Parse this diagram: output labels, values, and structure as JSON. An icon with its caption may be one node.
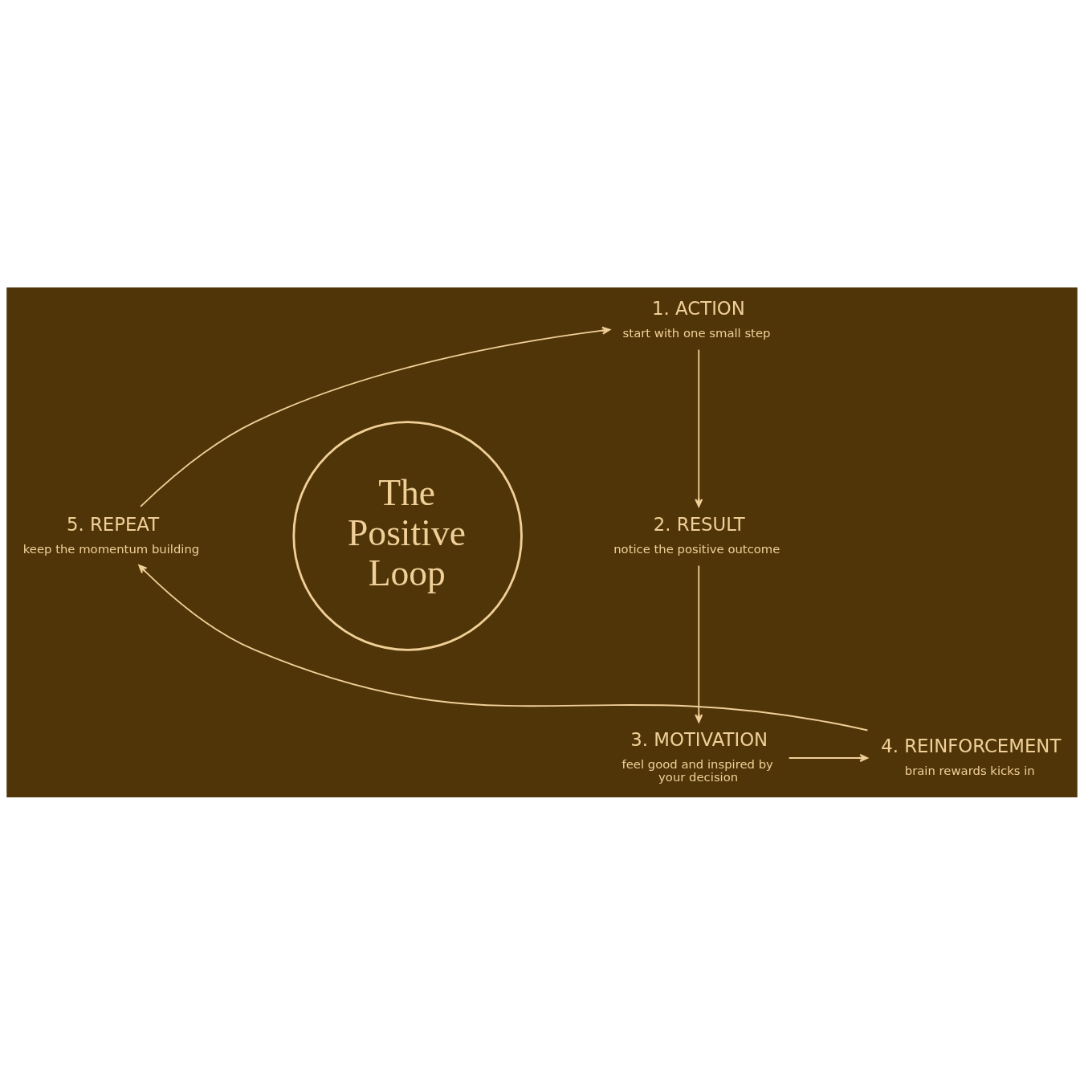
{
  "diagram": {
    "nodes": [
      {
        "text": [
          "The Positive Loop"
        ]
      },
      {
        "text": [
          "1. ACTION",
          "start with one small step"
        ]
      },
      {
        "text": [
          "2. RESULT",
          "notice the positive outcome"
        ]
      },
      {
        "text": [
          "3. MOTIVATION",
          "feel good and inspired by your decision"
        ]
      },
      {
        "text": [
          "4. REINFORCEMENT",
          "brain rewards kicks in"
        ]
      },
      {
        "text": [
          "5. REPEAT",
          "keep the momentum building"
        ]
      }
    ],
    "edges": [
      {
        "from": 1,
        "to": 2,
        "arrow": "to"
      },
      {
        "from": 2,
        "to": 3,
        "arrow": "to"
      },
      {
        "from": 3,
        "to": 4,
        "arrow": "to"
      },
      {
        "from": 4,
        "to": 5,
        "arrow": "to"
      },
      {
        "from": 5,
        "to": 1,
        "arrow": "to"
      }
    ]
  }
}
